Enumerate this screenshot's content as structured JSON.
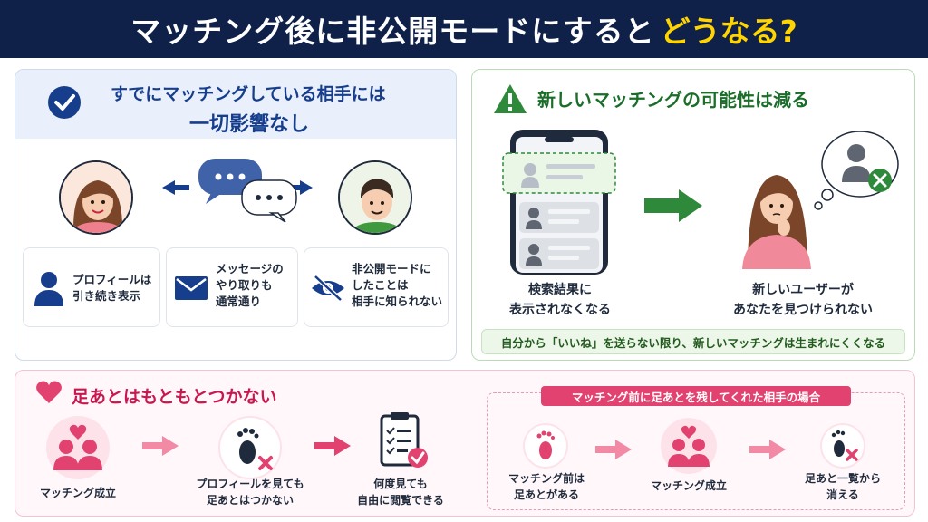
{
  "title": {
    "main": "マッチング後に非公開モードにすると",
    "accent": "どうなる?"
  },
  "colors": {
    "navy": "#0f2148",
    "accent_yellow": "#ffd400",
    "blue": "#173e8c",
    "green": "#2e8a3a",
    "pink": "#e2426f"
  },
  "left_panel": {
    "heading_line1": "すでにマッチングしている相手には",
    "heading_line2": "一切影響なし",
    "icon": "check-circle-icon",
    "cards": [
      {
        "icon": "person-icon",
        "line1": "プロフィールは",
        "line2": "引き続き表示"
      },
      {
        "icon": "envelope-icon",
        "line1": "メッセージの",
        "line2": "やり取りも",
        "line3": "通常通り"
      },
      {
        "icon": "eye-slash-icon",
        "line1": "非公開モードに",
        "line2": "したことは",
        "line3": "相手に知られない"
      }
    ]
  },
  "right_panel": {
    "heading": "新しいマッチングの可能性は減る",
    "icon": "warning-icon",
    "left_caption_line1": "検索結果に",
    "left_caption_line2": "表示されなくなる",
    "right_caption_line1": "新しいユーザーが",
    "right_caption_line2": "あなたを見つけられない",
    "note": "自分から「いいね」を送らない限り、新しいマッチングは生まれにくくなる"
  },
  "bottom_panel": {
    "heading": "足あとはもともとつかない",
    "icon": "heart-icon",
    "steps": [
      {
        "line1": "マッチング成立",
        "line2": ""
      },
      {
        "line1": "プロフィールを見ても",
        "line2": "足あとはつかない"
      },
      {
        "line1": "何度見ても",
        "line2": "自由に閲覧できる"
      }
    ],
    "sub_label": "マッチング前に足あとを残してくれた相手の場合",
    "sub_steps": [
      {
        "line1": "マッチング前は",
        "line2": "足あとがある"
      },
      {
        "line1": "マッチング成立",
        "line2": ""
      },
      {
        "line1": "足あと一覧から",
        "line2": "消える"
      }
    ]
  }
}
